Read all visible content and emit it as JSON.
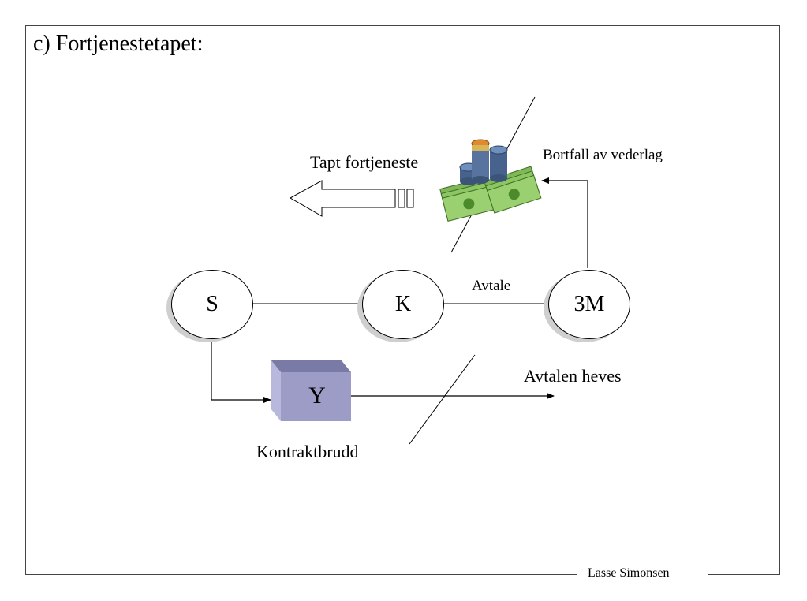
{
  "title": "c) Fortjenestetapet:",
  "nodes": {
    "s": "S",
    "k": "K",
    "m3": "3M",
    "y": "Y"
  },
  "labels": {
    "tapt_fortjeneste": "Tapt fortjeneste",
    "bortfall": "Bortfall av vederlag",
    "avtale": "Avtale",
    "avtalen_heves": "Avtalen heves",
    "kontraktbrudd": "Kontraktbrudd"
  },
  "footer": "Lasse Simonsen",
  "icons": {
    "money": "money-stack-icon",
    "arrow": "hollow-left-arrow-icon"
  },
  "colors": {
    "box_face": "#9c9cc6",
    "box_top": "#7a7aa6",
    "box_side": "#b8b8dc",
    "node_shadow": "#cfcfcf"
  }
}
